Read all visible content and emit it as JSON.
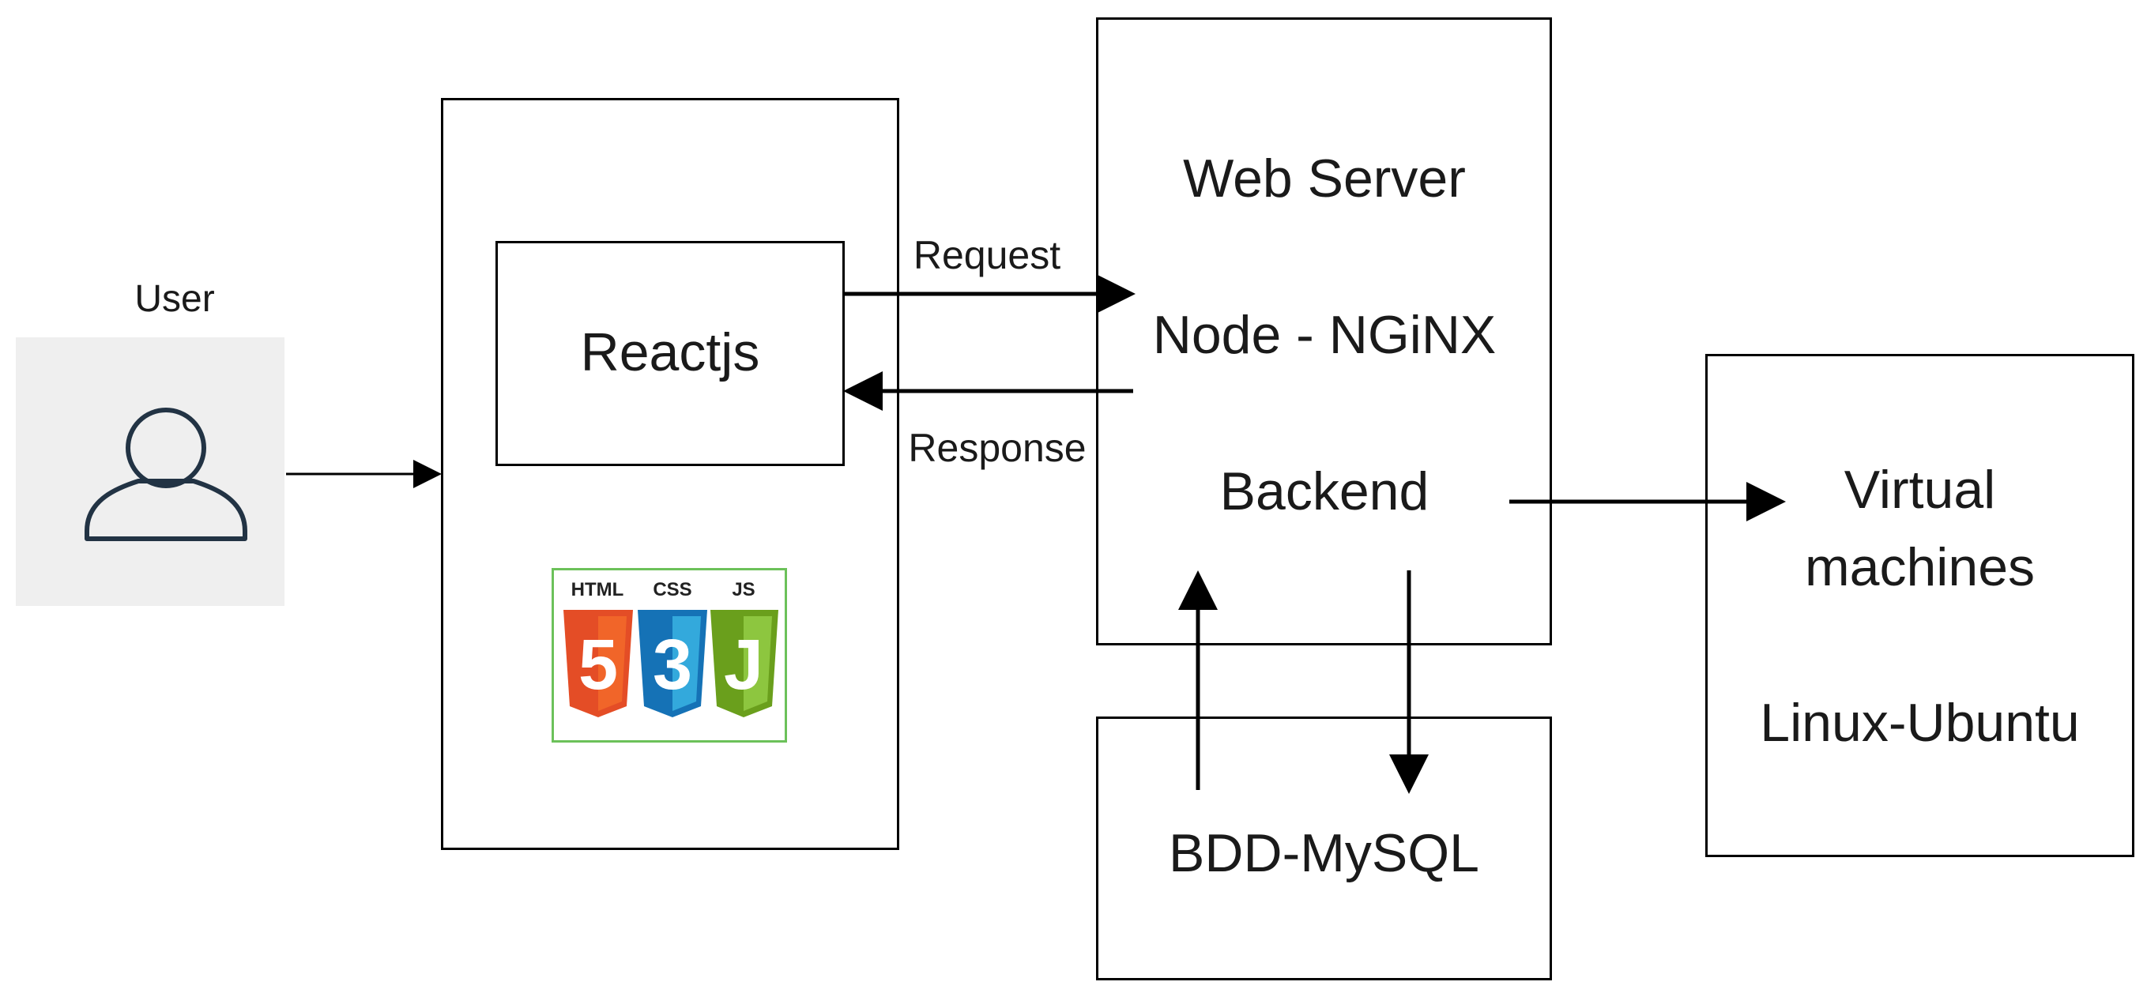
{
  "user": {
    "label": "User",
    "icon": "user-icon"
  },
  "frontend": {
    "component": "Reactjs",
    "logo": {
      "icon": "html-css-js-logo",
      "items": [
        {
          "label": "HTML",
          "digit": "5",
          "color": "#e44d26"
        },
        {
          "label": "CSS",
          "digit": "3",
          "color": "#1572b6"
        },
        {
          "label": "JS",
          "digit": "J",
          "color": "#7dba22"
        }
      ]
    }
  },
  "connections": {
    "request": "Request",
    "response": "Response"
  },
  "web_server": {
    "title": "Web Server",
    "node": "Node - NGiNX",
    "backend": "Backend"
  },
  "database": {
    "label": "BDD-MySQL"
  },
  "vm": {
    "line1": "Virtual",
    "line2": "machines",
    "os": "Linux-Ubuntu"
  }
}
